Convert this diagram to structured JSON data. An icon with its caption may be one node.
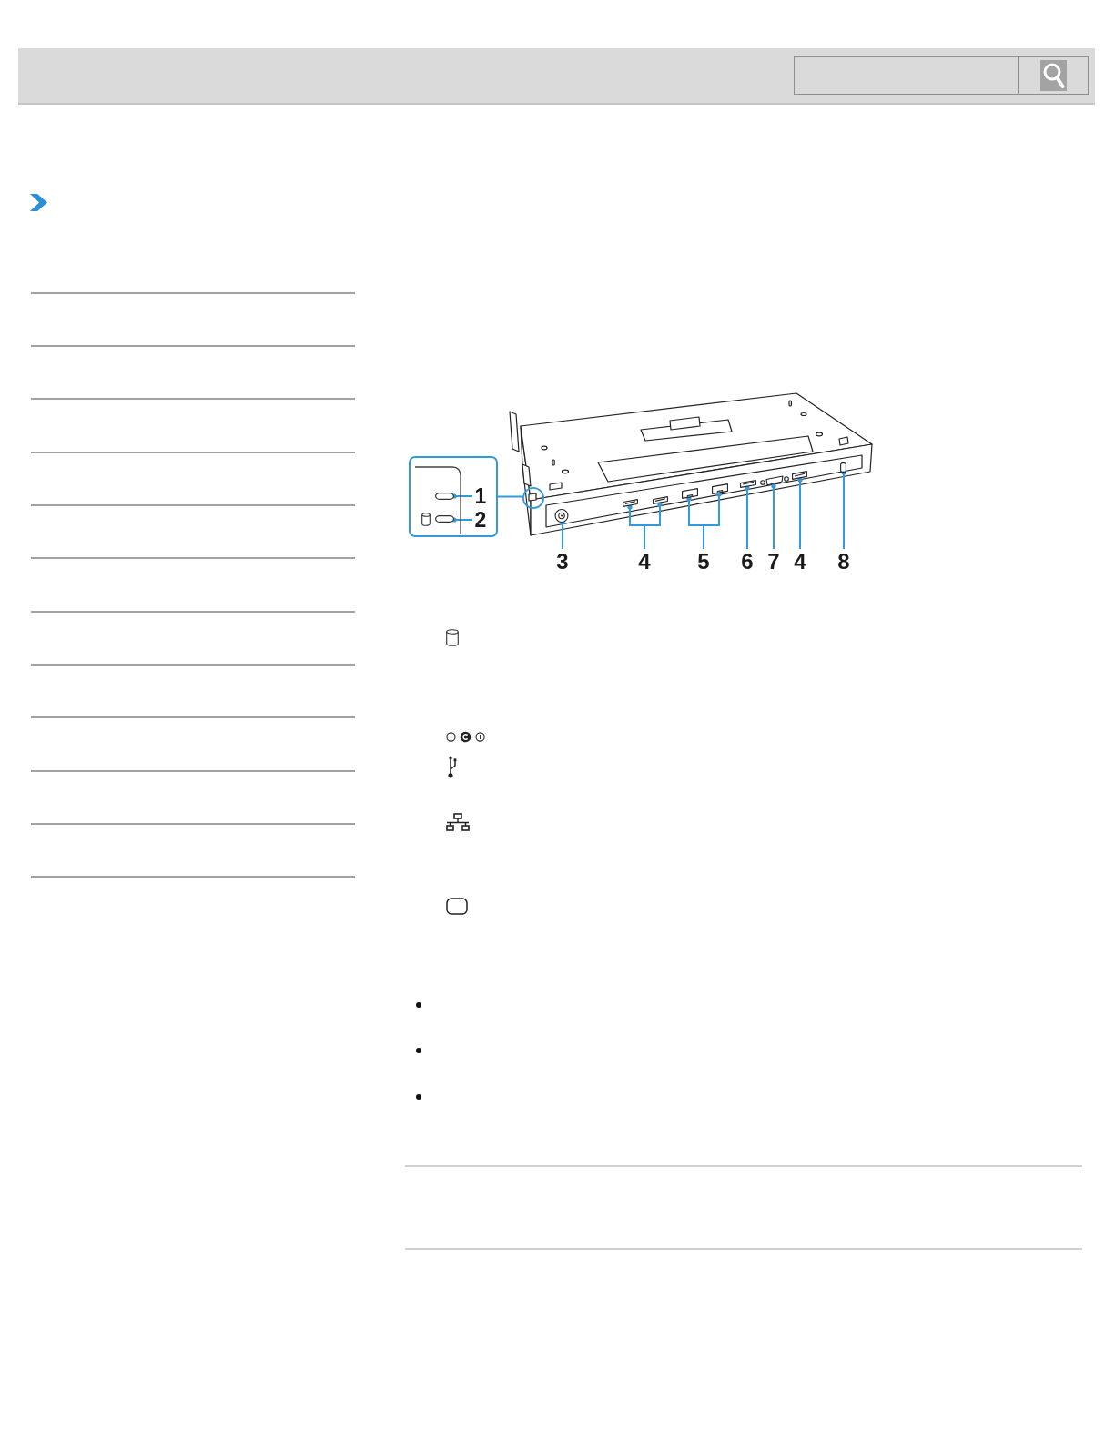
{
  "diagram": {
    "nodes": [
      {
        "text": [],
        "shape": "box"
      },
      {
        "text": [],
        "shape": "box",
        "in": 0
      },
      {
        "text": [
          "1"
        ],
        "in": 0
      },
      {
        "text": [],
        "shape": "box",
        "in": 0
      },
      {
        "text": [
          "2"
        ],
        "in": 0
      },
      {
        "text": [],
        "shape": "circle"
      },
      {
        "text": [],
        "shape": "circle"
      },
      {
        "text": [],
        "shape": "box"
      },
      {
        "text": [],
        "shape": "box"
      },
      {
        "text": [],
        "shape": "box"
      },
      {
        "text": [],
        "shape": "box"
      },
      {
        "text": [],
        "shape": "box"
      },
      {
        "text": [],
        "shape": "box"
      },
      {
        "text": [],
        "shape": "box"
      },
      {
        "text": [],
        "shape": "box"
      },
      {
        "text": [
          "3"
        ]
      },
      {
        "text": [
          "4"
        ]
      },
      {
        "text": [
          "5"
        ]
      },
      {
        "text": [
          "6"
        ]
      },
      {
        "text": [
          "7"
        ]
      },
      {
        "text": [
          "4"
        ]
      },
      {
        "text": [
          "8"
        ]
      }
    ],
    "edges": [
      {
        "from": 0,
        "to": 5,
        "arrow": "none"
      },
      {
        "from": 2,
        "to": 1,
        "arrow": "other"
      },
      {
        "from": 4,
        "to": 3,
        "arrow": "other"
      },
      {
        "from": 15,
        "to": 6,
        "arrow": "other"
      },
      {
        "from": 16,
        "to": 7,
        "arrow": "other"
      },
      {
        "from": 16,
        "to": 8,
        "arrow": "other"
      },
      {
        "from": 17,
        "to": 9,
        "arrow": "other"
      },
      {
        "from": 17,
        "to": 10,
        "arrow": "other"
      },
      {
        "from": 18,
        "to": 11,
        "arrow": "other"
      },
      {
        "from": 19,
        "to": 12,
        "arrow": "other"
      },
      {
        "from": 20,
        "to": 13,
        "arrow": "other"
      },
      {
        "from": 21,
        "to": 14,
        "arrow": "other"
      }
    ]
  }
}
